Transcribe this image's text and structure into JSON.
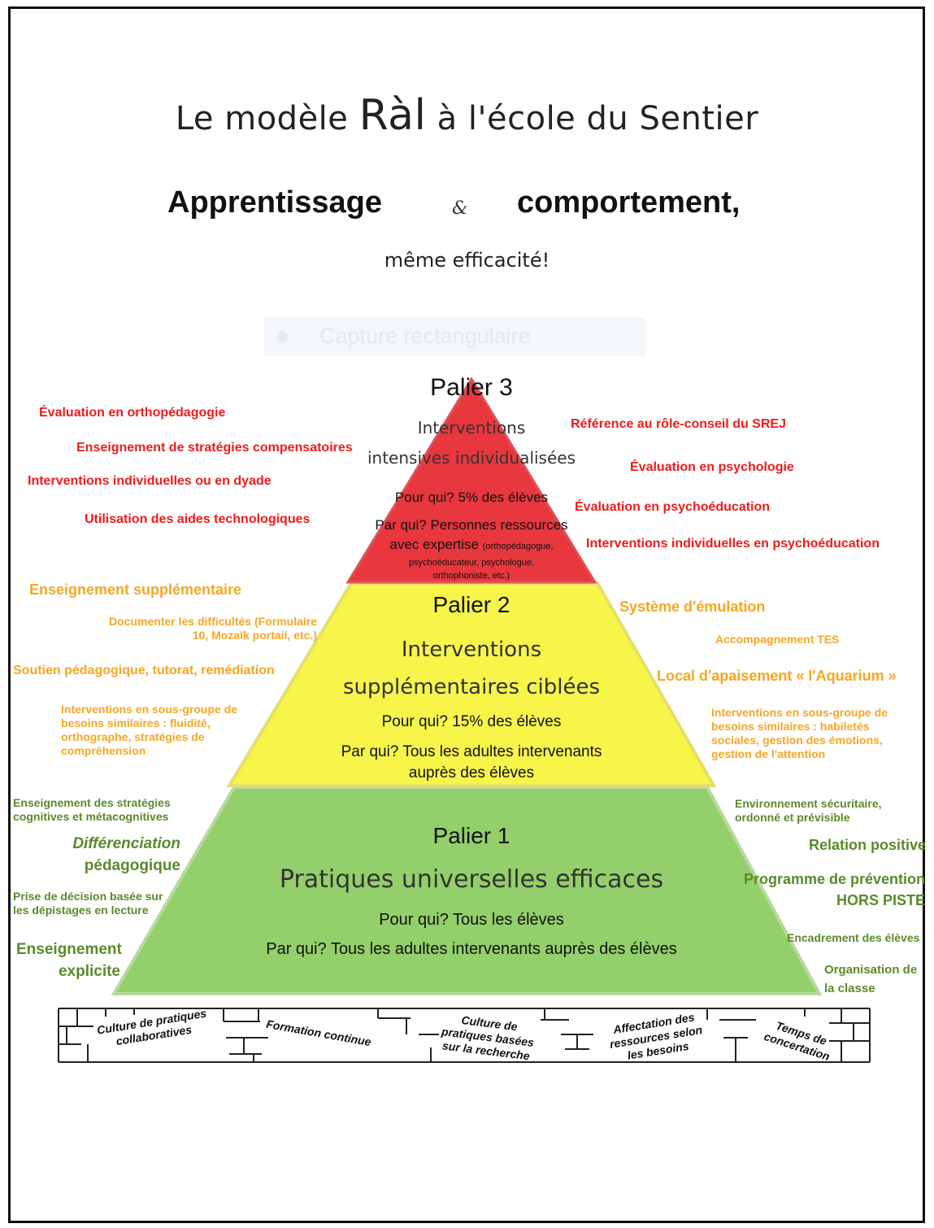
{
  "title": {
    "part1": "Le modèle",
    "ral": "Ràl",
    "part2": "à l'école du Sentier"
  },
  "subtitle": {
    "left": "Apprentissage",
    "amp": "&",
    "right": "comportement,"
  },
  "tagline": "même efficacité!",
  "overlay": {
    "label": "Capture rectangulaire"
  },
  "colors": {
    "tier3": "#e8373d",
    "tier2": "#f7f44a",
    "tier1": "#93cf6a",
    "red_text": "#ee1c1c",
    "orange_text": "#f5a623",
    "green_text": "#5a8a2a"
  },
  "tier3": {
    "title": "Palier 3",
    "line1": "Interventions",
    "line2": "intensives individualisées",
    "who": "Pour qui? 5% des élèves",
    "by": "Par qui? Personnes ressources",
    "by2": "avec expertise",
    "by_detail1": "(orthopédagogue,",
    "by_detail2": "psychoéducateur, psychologue,",
    "by_detail3": "orthophoniste, etc.)"
  },
  "tier2": {
    "title": "Palier 2",
    "line1": "Interventions",
    "line2": "supplémentaires ciblées",
    "who": "Pour qui? 15% des élèves",
    "by1": "Par qui? Tous les adultes intervenants",
    "by2": "auprès des élèves"
  },
  "tier1": {
    "title": "Palier 1",
    "line1": "Pratiques universelles efficaces",
    "who": "Pour qui? Tous les élèves",
    "by": "Par qui? Tous les adultes intervenants auprès des élèves"
  },
  "left_red": [
    "Évaluation en orthopédagogie",
    "Enseignement de stratégies compensatoires",
    "Interventions individuelles ou en dyade",
    "Utilisation des aides technologiques"
  ],
  "right_red": [
    "Référence au rôle-conseil du SREJ",
    "Évaluation en psychologie",
    "Évaluation en psychoéducation",
    "Interventions individuelles en psychoéducation"
  ],
  "left_orange": {
    "a": "Enseignement supplémentaire",
    "b1": "Documenter les difficultés (Formulaire",
    "b2": "10, Mozaïk portail, etc.)",
    "c": "Soutien pédagogique, tutorat, remédiation",
    "d1": "Interventions en sous-groupe de",
    "d2": "besoins similaires : fluidité,",
    "d3": "orthographe, stratégies de",
    "d4": "compréhension"
  },
  "right_orange": {
    "a": "Système d'émulation",
    "b": "Accompagnement TES",
    "c": "Local d'apaisement « l'Aquarium »",
    "d1": "Interventions en sous-groupe de",
    "d2": "besoins similaires : habiletés",
    "d3": "sociales, gestion des émotions,",
    "d4": "gestion de l'attention"
  },
  "left_green": {
    "a1": "Enseignement des stratégies",
    "a2": "cognitives et métacognitives",
    "b1": "Différenciation",
    "b2": "pédagogique",
    "c1": "Prise de décision basée sur",
    "c2": "les dépistages en lecture",
    "d1": "Enseignement",
    "d2": "explicite"
  },
  "right_green": {
    "a1": "Environnement sécuritaire,",
    "a2": "ordonné et prévisible",
    "b": "Relation positive",
    "c1": "Programme de prévention",
    "c2": "HORS PISTE",
    "d": "Encadrement des élèves",
    "e1": "Organisation de",
    "e2": "la classe"
  },
  "foundation": {
    "f1a": "Culture de pratiques",
    "f1b": "collaboratives",
    "f2": "Formation continue",
    "f3a": "Culture de",
    "f3b": "pratiques basées",
    "f3c": "sur la recherche",
    "f4a": "Affectation des",
    "f4b": "ressources selon",
    "f4c": "les besoins",
    "f5a": "Temps de",
    "f5b": "concertation"
  }
}
